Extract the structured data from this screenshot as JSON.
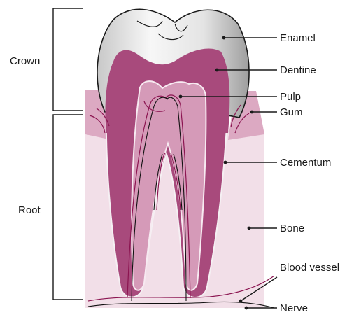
{
  "labels": {
    "enamel": "Enamel",
    "dentine": "Dentine",
    "pulp": "Pulp",
    "gum": "Gum",
    "cementum": "Cementum",
    "bone": "Bone",
    "blood_vessel": "Blood vessel",
    "nerve": "Nerve",
    "crown": "Crown",
    "root": "Root"
  },
  "colors": {
    "bone": "#f2dfe8",
    "gum": "#dca9c2",
    "dentine": "#a84a7c",
    "pulp": "#d59ab8",
    "enamel": "#ededed",
    "vessel": "#8b1450"
  }
}
